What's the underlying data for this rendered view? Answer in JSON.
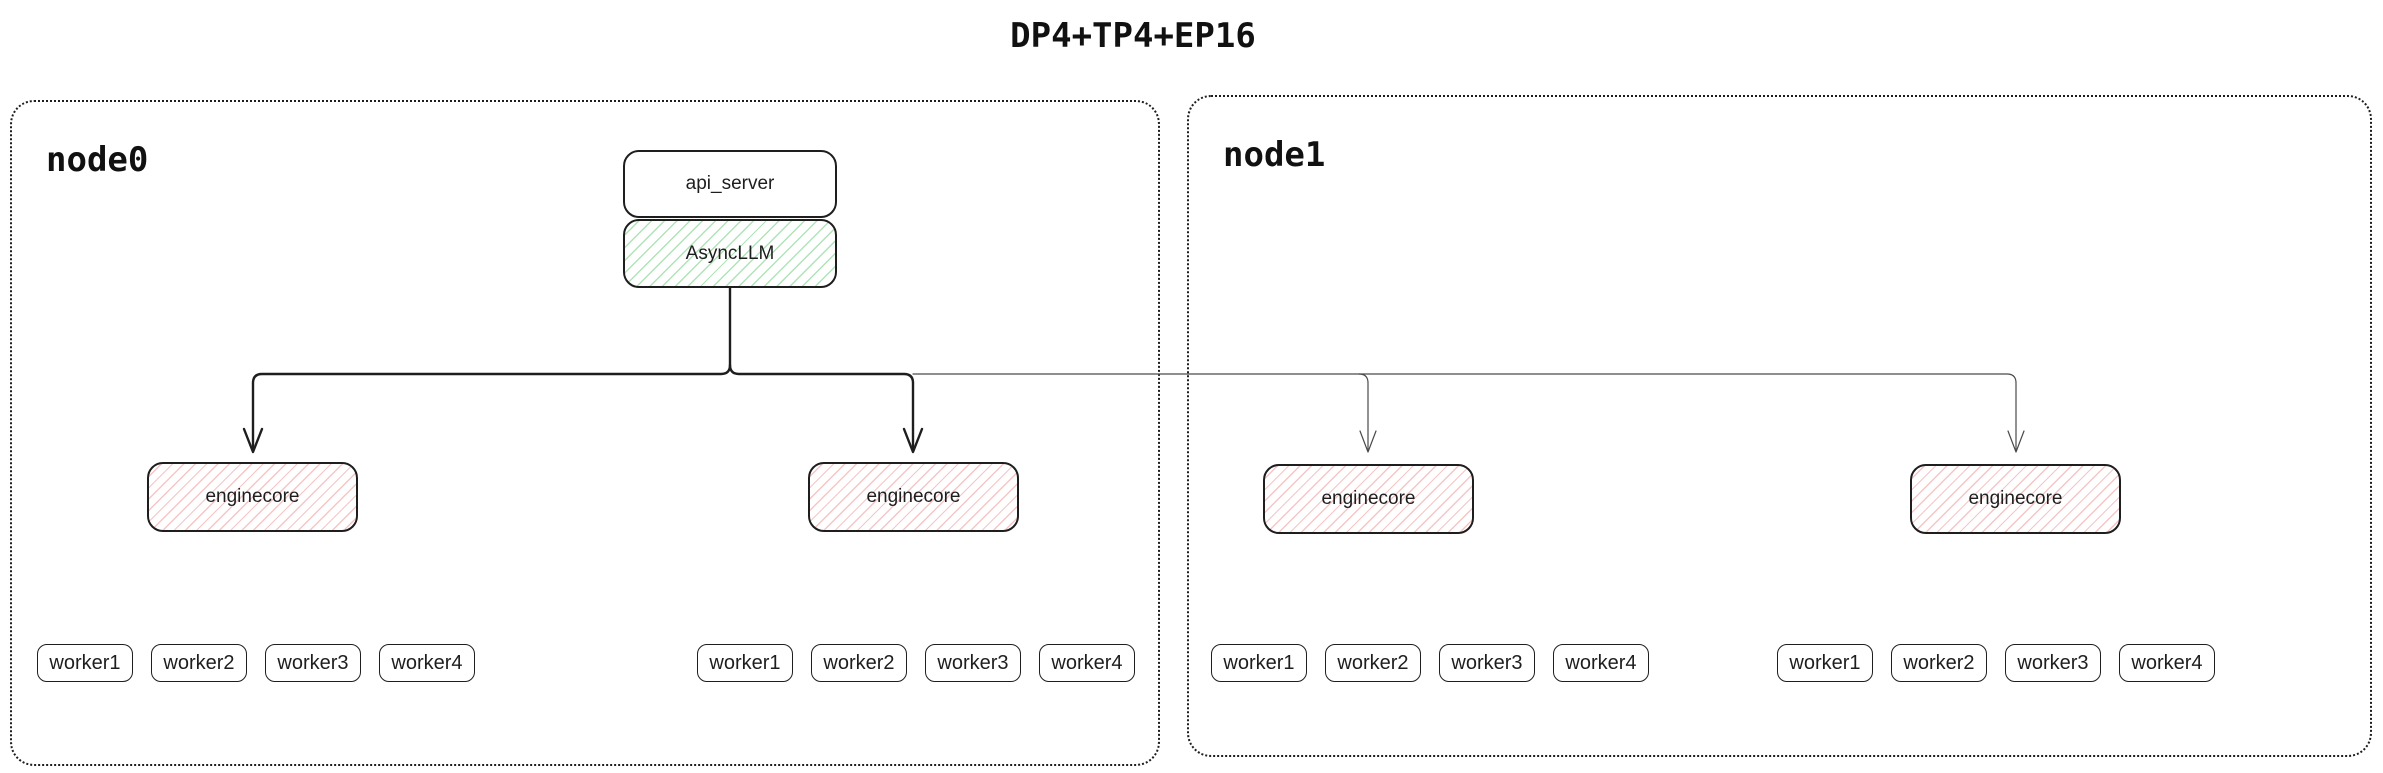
{
  "title": "DP4+TP4+EP16",
  "colors": {
    "outline": "#1e1e1e",
    "asyncllm_hatch": "#40c057",
    "enginecore_hatch": "#e03131"
  },
  "nodes": [
    {
      "label": "node0",
      "api_server_label": "api_server",
      "asyncllm_label": "AsyncLLM",
      "enginecores": [
        {
          "label": "enginecore",
          "workers": [
            "worker1",
            "worker2",
            "worker3",
            "worker4"
          ]
        },
        {
          "label": "enginecore",
          "workers": [
            "worker1",
            "worker2",
            "worker3",
            "worker4"
          ]
        }
      ]
    },
    {
      "label": "node1",
      "enginecores": [
        {
          "label": "enginecore",
          "workers": [
            "worker1",
            "worker2",
            "worker3",
            "worker4"
          ]
        },
        {
          "label": "enginecore",
          "workers": [
            "worker1",
            "worker2",
            "worker3",
            "worker4"
          ]
        }
      ]
    }
  ]
}
